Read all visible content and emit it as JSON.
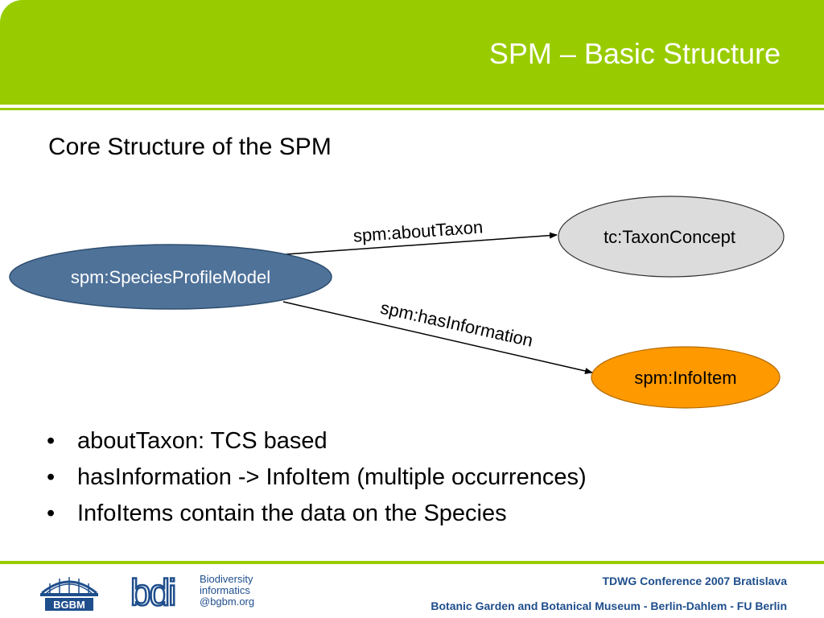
{
  "slide": {
    "title": "SPM – Basic Structure",
    "subtitle": "Core Structure of the SPM"
  },
  "diagram": {
    "nodes": {
      "species_profile_model": "spm:SpeciesProfileModel",
      "taxon_concept": "tc:TaxonConcept",
      "info_item": "spm:InfoItem"
    },
    "edges": {
      "about_taxon": "spm:aboutTaxon",
      "has_information": "spm:hasInformation"
    },
    "colors": {
      "species_profile_model_fill": "#4f7299",
      "taxon_concept_fill": "#dcdcdc",
      "info_item_fill": "#ff9900"
    }
  },
  "bullets": [
    "aboutTaxon: TCS based",
    "hasInformation -> InfoItem (multiple occurrences)",
    "InfoItems contain the data on the Species"
  ],
  "bullet_glyph": "•",
  "footer": {
    "conference": "TDWG Conference 2007 Bratislava",
    "institution": "Botanic Garden and Botanical Museum - Berlin-Dahlem - FU Berlin",
    "logo_bgbm_text": "BGBM",
    "logo_bdi_letters": "bdi",
    "logo_bdi_lines": [
      "Biodiversity",
      "informatics",
      "@bgbm.org"
    ]
  },
  "theme": {
    "accent": "#99cc00",
    "footer_text": "#1f4e8c"
  }
}
